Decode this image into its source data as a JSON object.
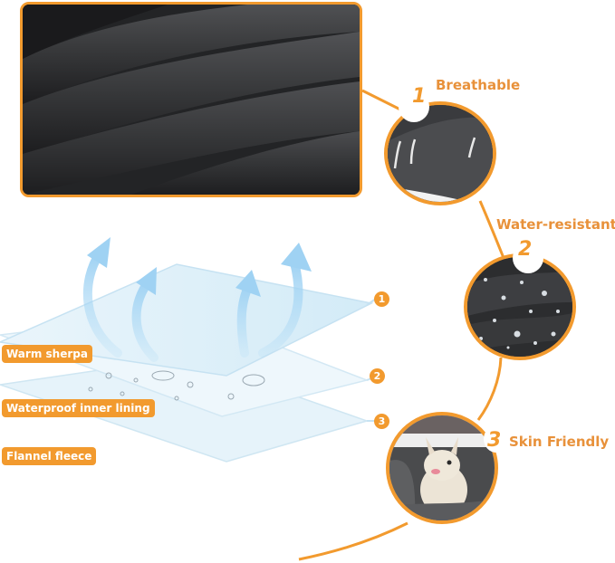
{
  "hero": {
    "alt": "Close-up of dark grey flannel fleece fabric folds",
    "border_color": "#f29a2e",
    "fabric_color": "#2b2c2e"
  },
  "features": [
    {
      "number": "1",
      "title": "Breathable",
      "image": "dark fabric with white airflow arrows"
    },
    {
      "number": "2",
      "title": "Water-resistant",
      "image": "dark fabric with water droplets"
    },
    {
      "number": "3",
      "title": "Skin Friendly",
      "image": "French bulldog wrapped in grey blanket"
    }
  ],
  "layers": [
    {
      "badge": "1",
      "label": "Warm sherpa"
    },
    {
      "badge": "2",
      "label": "Waterproof inner lining"
    },
    {
      "badge": "3",
      "label": "Flannel fleece"
    }
  ],
  "colors": {
    "accent": "#f29a2e",
    "title_text": "#e8913a",
    "layer_blue": "#d6ecf7",
    "arrow_blue": "#a9d8f5"
  }
}
